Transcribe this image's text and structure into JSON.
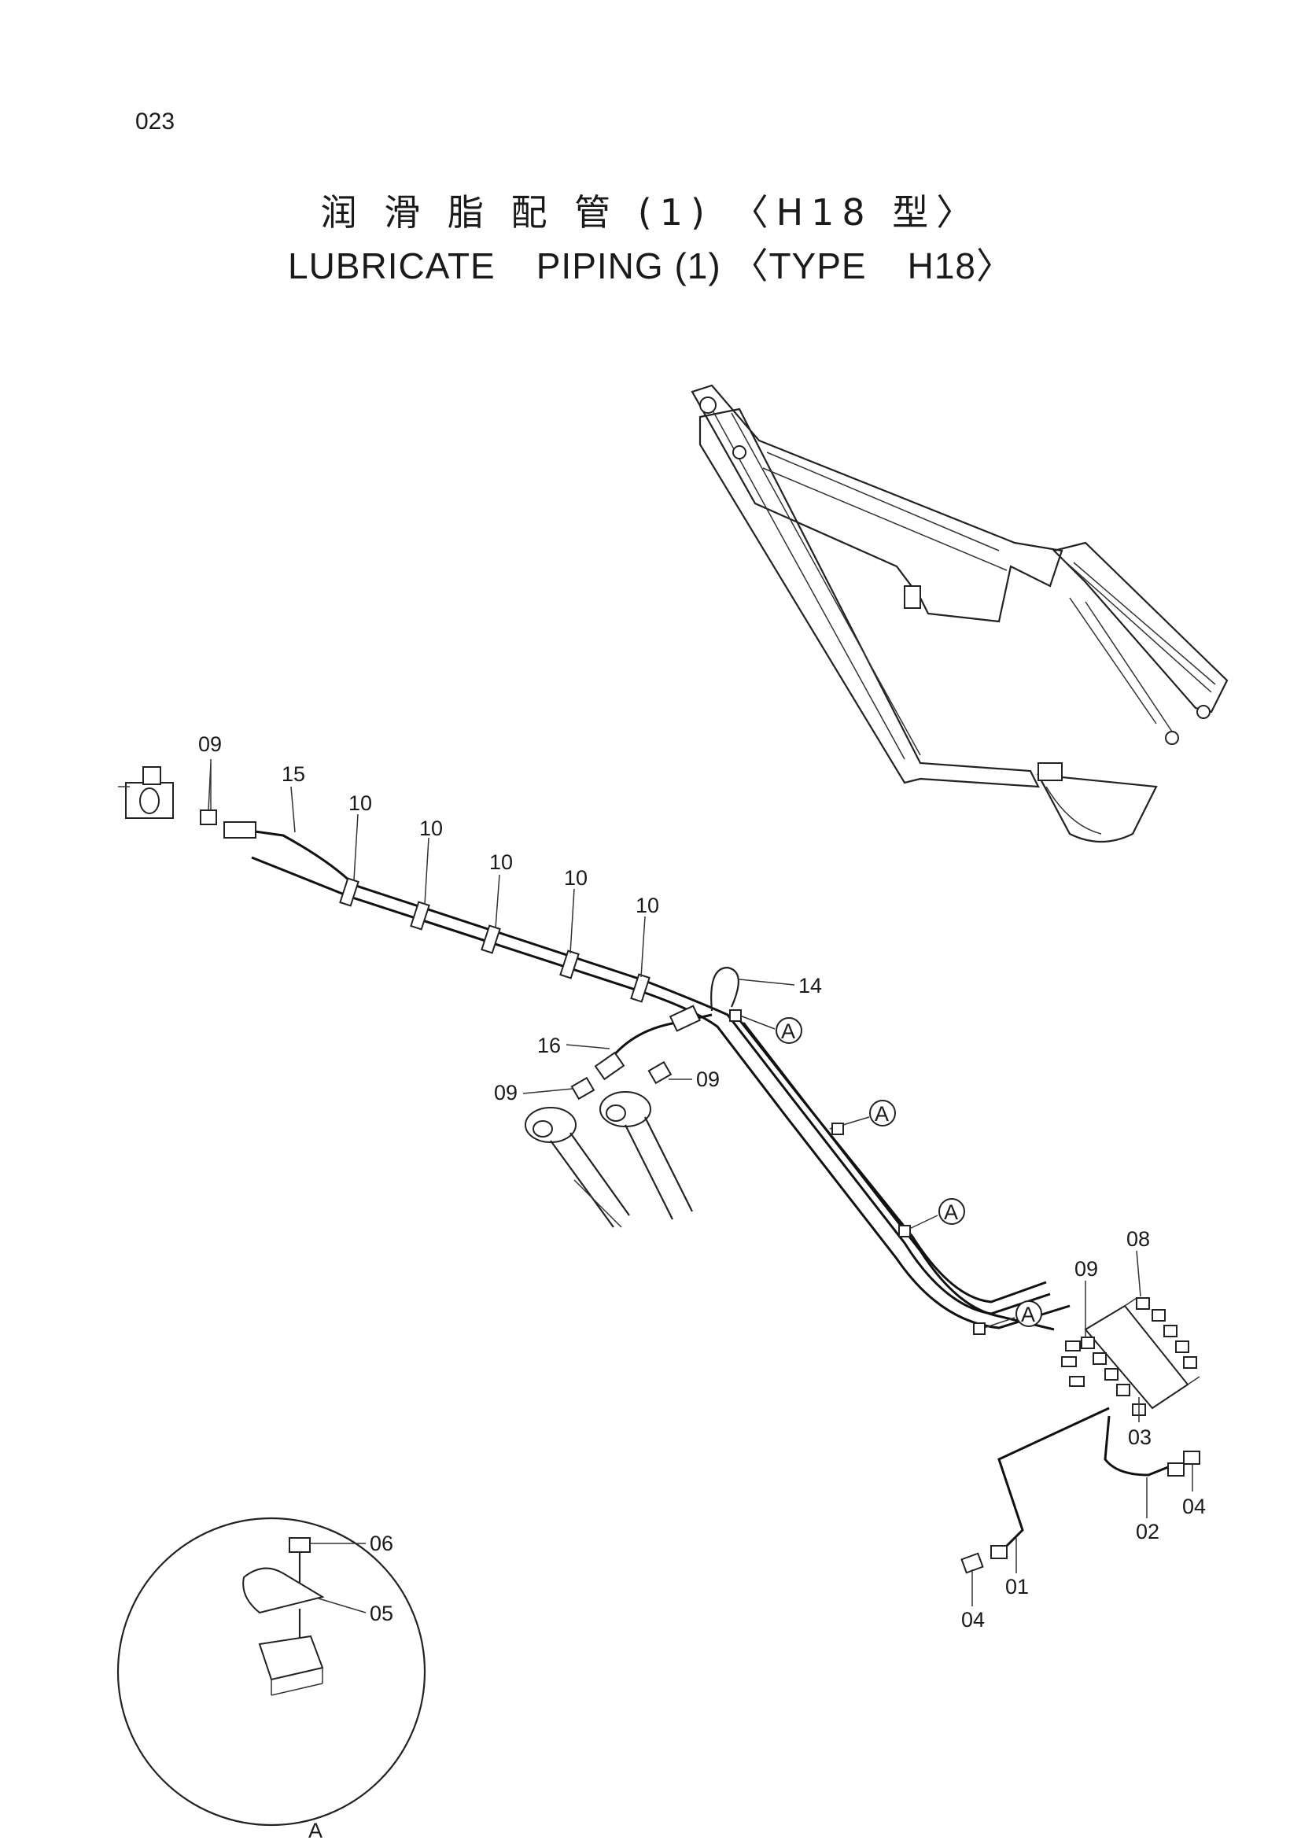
{
  "page_number": "023",
  "title": {
    "chinese": "润 滑 脂 配 管 (1) 〈H18 型〉",
    "english_parts": [
      "LUBRICATE",
      "PIPING (1) 〈TYPE",
      "H18〉"
    ]
  },
  "callouts": {
    "c09_top": "09",
    "c15": "15",
    "c10_a": "10",
    "c10_b": "10",
    "c10_c": "10",
    "c10_d": "10",
    "c10_e": "10",
    "c14": "14",
    "c16": "16",
    "c09_left": "09",
    "c09_mid": "09",
    "c08": "08",
    "c09_right": "09",
    "c03": "03",
    "c04_right": "04",
    "c02": "02",
    "c01": "01",
    "c04_bottom": "04",
    "c06": "06",
    "c05": "05"
  },
  "clamp_markers": [
    "A",
    "A",
    "A",
    "A"
  ],
  "detail_label": "A"
}
